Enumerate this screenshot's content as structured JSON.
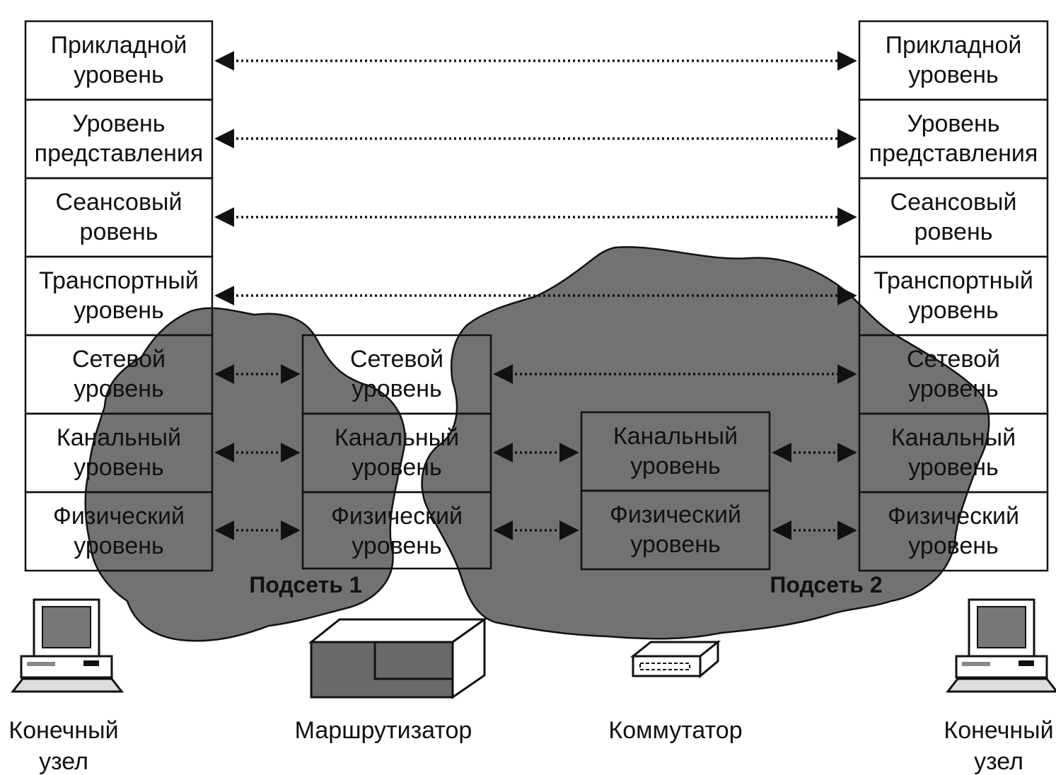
{
  "diagram": {
    "left_stack": [
      [
        "Прикладной",
        "уровень"
      ],
      [
        "Уровень",
        "представления"
      ],
      [
        "Сеансовый",
        "ровень"
      ],
      [
        "Транспортный",
        "уровень"
      ],
      [
        "Сетевой",
        "уровень"
      ],
      [
        "Канальный",
        "уровень"
      ],
      [
        "Физический",
        "уровень"
      ]
    ],
    "right_stack": [
      [
        "Прикладной",
        "уровень"
      ],
      [
        "Уровень",
        "представления"
      ],
      [
        "Сеансовый",
        "ровень"
      ],
      [
        "Транспортный",
        "уровень"
      ],
      [
        "Сетевой",
        "уровень"
      ],
      [
        "Канальный",
        "уровень"
      ],
      [
        "Физический",
        "уровень"
      ]
    ],
    "router_stack": [
      [
        "Сетевой",
        "уровень"
      ],
      [
        "Канальный",
        "уровень"
      ],
      [
        "Физический",
        "уровень"
      ]
    ],
    "switch_stack": [
      [
        "Канальный",
        "уровень"
      ],
      [
        "Физический",
        "уровень"
      ]
    ],
    "subnet_labels": [
      "Подсеть 1",
      "Подсеть 2"
    ],
    "devices": {
      "end_node_left": [
        "Конечный",
        "узел"
      ],
      "router": "Маршрутизатор",
      "switch": "Коммутатор",
      "end_node_right": [
        "Конечный",
        "узел"
      ]
    }
  }
}
